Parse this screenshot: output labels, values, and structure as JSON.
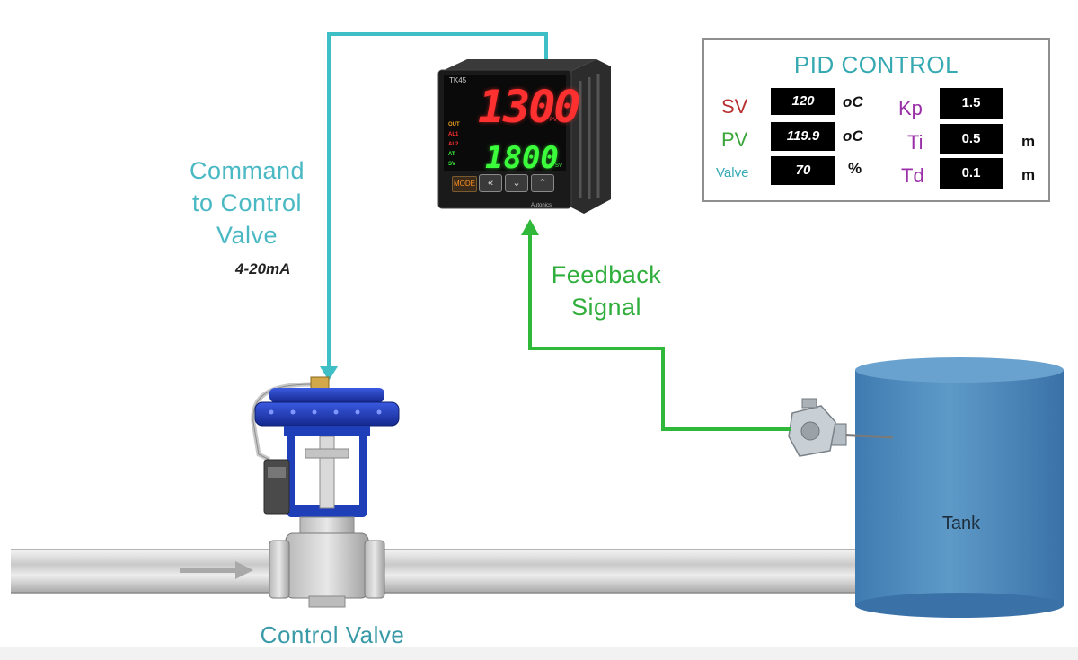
{
  "labels": {
    "command_line1": "Command",
    "command_line2": "to Control",
    "command_line3": "Valve",
    "current_range": "4-20mA",
    "feedback_line1": "Feedback",
    "feedback_line2": "Signal",
    "control_valve": "Control Valve",
    "tank": "Tank"
  },
  "controller": {
    "model": "TK45",
    "pv_display": "1300",
    "sv_display": "1800",
    "mode_button": "MODE",
    "left_button": "«",
    "down_button": "⌄",
    "up_button": "⌃",
    "brand": "Autonics"
  },
  "pid_panel": {
    "title": "PID CONTROL",
    "rows": [
      {
        "label": "SV",
        "value": "120",
        "unit": "oC",
        "label_color": "#b83232"
      },
      {
        "label": "PV",
        "value": "119.9",
        "unit": "oC",
        "label_color": "#3aa63a"
      },
      {
        "label": "Valve",
        "value": "70",
        "unit": "%",
        "label_color": "#36a9b2"
      }
    ],
    "params": [
      {
        "label": "Kp",
        "value": "1.5",
        "unit": ""
      },
      {
        "label": "Ti",
        "value": "0.5",
        "unit": "m"
      },
      {
        "label": "Td",
        "value": "0.1",
        "unit": "m"
      }
    ],
    "param_label_color": "#9a2fa8"
  },
  "colors": {
    "command_signal": "#3ebfc6",
    "feedback_signal": "#2fb83a",
    "tank": "#4a87b8",
    "valve_actuator": "#1f3fb8"
  }
}
